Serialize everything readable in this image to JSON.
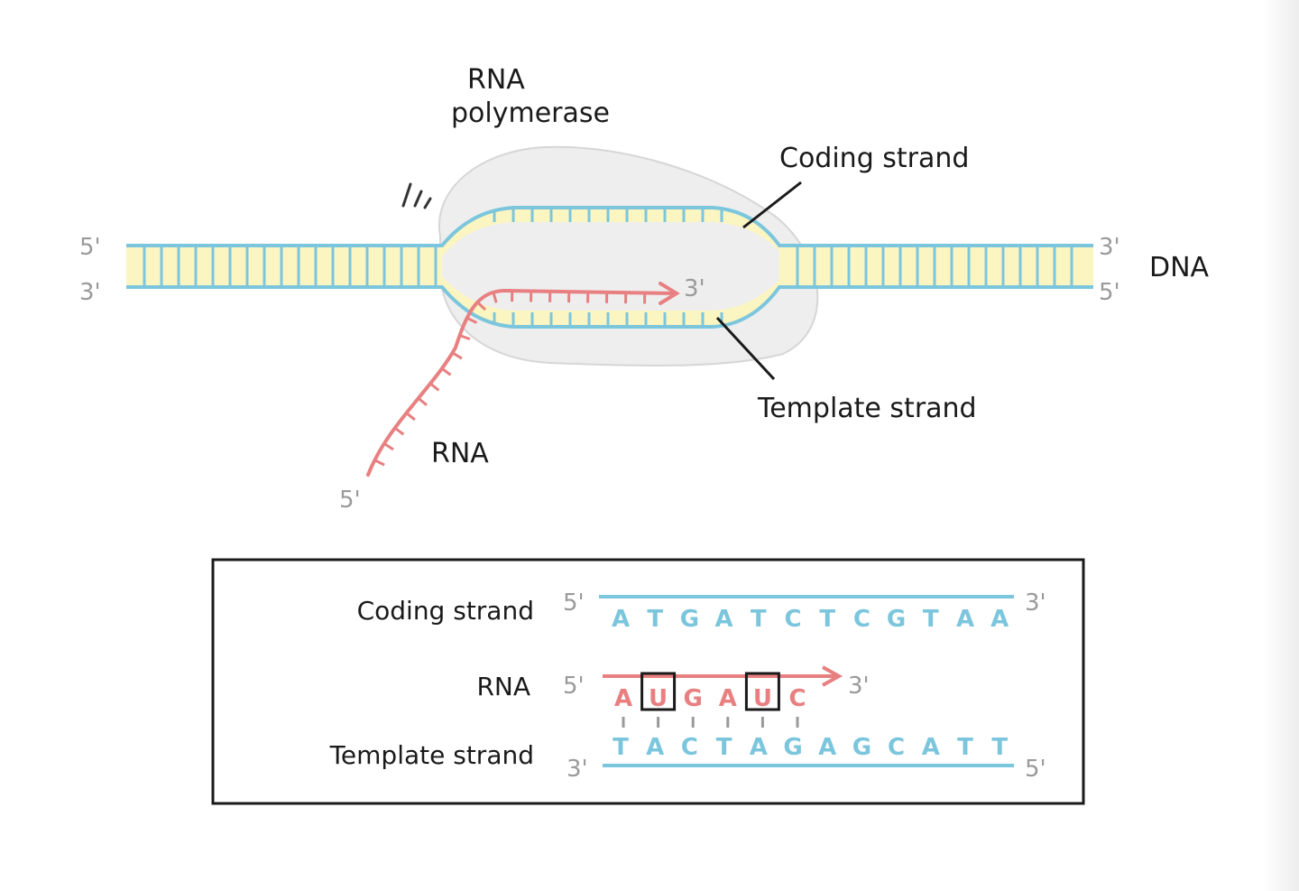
{
  "colors": {
    "dna_strand": "#7cc6dd",
    "base_pair_fill": "#fbf5c2",
    "rna": "#e87f80",
    "polymerase": "#eeeeee",
    "polymerase_outline": "#d6d6d6",
    "end_label": "#9a9a9a",
    "text": "#1a1a1a"
  },
  "diagram": {
    "polymerase_label_line1": "RNA",
    "polymerase_label_line2": "polymerase",
    "coding_strand_label": "Coding strand",
    "template_strand_label": "Template strand",
    "rna_label": "RNA",
    "dna_label": "DNA",
    "ends": {
      "left_top": "5'",
      "left_bottom": "3'",
      "right_top": "3'",
      "right_bottom": "5'",
      "rna_tip": "3'",
      "rna_tail": "5'"
    }
  },
  "sequence_box": {
    "coding_label": "Coding strand",
    "rna_label": "RNA",
    "template_label": "Template strand",
    "coding_start": "5'",
    "coding_end": "3'",
    "rna_start": "5'",
    "rna_end": "3'",
    "template_start": "3'",
    "template_end": "5'",
    "coding_bases": [
      "A",
      "T",
      "G",
      "A",
      "T",
      "C",
      "T",
      "C",
      "G",
      "T",
      "A",
      "A"
    ],
    "rna_bases": [
      "A",
      "U",
      "G",
      "A",
      "U",
      "C"
    ],
    "rna_boxed": [
      1,
      4
    ],
    "template_bases": [
      "T",
      "A",
      "C",
      "T",
      "A",
      "G",
      "A",
      "G",
      "C",
      "A",
      "T",
      "T"
    ]
  }
}
